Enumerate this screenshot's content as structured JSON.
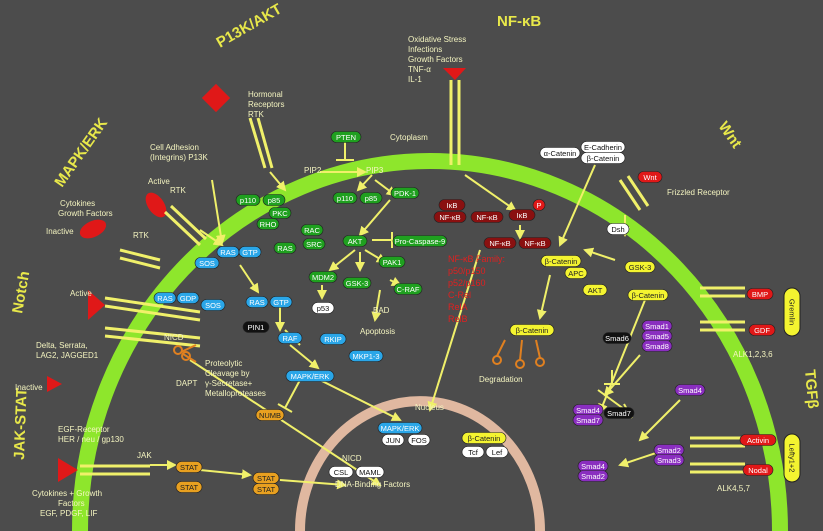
{
  "pathways": {
    "p13k_akt": "P13K/AKT",
    "nf_kb": "NF-κB",
    "wnt": "Wnt",
    "mapk_erk": "MAPK/ERK",
    "notch": "Notch",
    "jak_stat": "JAK-STAT",
    "tgfb": "TGFβ"
  },
  "labels": {
    "hormonal_1": "Hormonal",
    "hormonal_2": "Receptors",
    "hormonal_3": "RTK",
    "oxid_1": "Oxidative Stress",
    "oxid_2": "Infections",
    "oxid_3": "Growth Factors",
    "oxid_4": "TNF-α",
    "oxid_5": "IL-1",
    "cytoplasm": "Cytoplasm",
    "cell_adh_1": "Cell Adhesion",
    "cell_adh_2": "(Integrins)  P13K",
    "cytokines_1": "Cytokines",
    "cytokines_2": "Growth Factors",
    "active_rtk": "Active",
    "rtk_top": "RTK",
    "inactive_rtk": "Inactive",
    "rtk_mid": "RTK",
    "active_notch": "Active",
    "delta_1": "Delta, Serrata,",
    "delta_2": "LAG2, JAGGED1",
    "inactive_notch": "Inactive",
    "nicd_1": "NICD",
    "proteolytic_1": "Proteolytic",
    "proteolytic_2": "Cleavage by",
    "proteolytic_3": "γ-Secretase+",
    "dapt": "DAPT",
    "metallo": "Metalloproteases",
    "egf_1": "EGF-Receptor",
    "egf_2": "HER / neu / gp130",
    "jak": "JAK",
    "cyto_gf_1": "Cytokines + Growth",
    "cyto_gf_2": "Factors",
    "cyto_gf_3": "EGF, PDGF, LIF",
    "pip2": "PIP2",
    "pip3": "PIP3",
    "apoptosis": "Apoptosis",
    "bad": "BAD",
    "nfkb_family_1": "NF-κB Family:",
    "nfkb_family_2": "p50/p150",
    "nfkb_family_3": "p52/p160",
    "nfkb_family_4": "C-Rel",
    "nfkb_family_5": "RelA",
    "nfkb_family_6": "RelB",
    "frizzled": "Frizzled Receptor",
    "degradation": "Degradation",
    "nucleus": "Nucleus",
    "nicd_2": "NICD",
    "dna_binding": "DNA-Binding Factors",
    "alk1": "ALK1,2,3,6",
    "alk4": "ALK4,5,7"
  },
  "nodes": {
    "pten": "PTEN",
    "p110_a": "p110",
    "p85_a": "p85",
    "p110_b": "p110",
    "p85_b": "p85",
    "pkc": "PKC",
    "rho": "RHO",
    "rac": "RAC",
    "ras_a": "RAS",
    "src": "SRC",
    "pdk1": "PDK-1",
    "akt": "AKT",
    "pro_casp": "Pro-Caspase-9",
    "mdm2": "MDM2",
    "gsk3_a": "GSK-3",
    "pak1": "PAK1",
    "craf": "C-RAF",
    "p53": "p53",
    "ras_b": "RAS",
    "gtp_a": "GTP",
    "sos_a": "SOS",
    "ras_c": "RAS",
    "gdp": "GDP",
    "sos_b": "SOS",
    "ras_d": "RAS",
    "gtp_b": "GTP",
    "pin1": "PIN1",
    "raf": "RAF",
    "rkip": "RKIP",
    "mkp13": "MKP1-3",
    "mapk_erk": "MAPK/ERK",
    "numb": "NUMB",
    "ikb_a": "IκB",
    "nfkb_1": "NF-κB",
    "nfkb_2": "NF-κB",
    "ikb_b": "IκB",
    "p_mark": "P",
    "nfkb_3": "NF-κB",
    "nfkb_4": "NF-κB",
    "a_catenin": "α-Catenin",
    "e_cadherin": "E-Cadherin",
    "b_catenin_top": "β-Catenin",
    "wnt": "Wnt",
    "dsh": "Dsh",
    "b_catenin_apc": "β-Catenin",
    "apc": "APC",
    "gsk3_b": "GSK-3",
    "akt_wnt": "AKT",
    "b_catenin_gsk": "β-Catenin",
    "b_catenin_deg": "β-Catenin",
    "smad1": "Smad1",
    "smad5": "Smad5",
    "smad8": "Smad8",
    "smad6": "Smad6",
    "smad4_a": "Smad4",
    "smad4_b": "Smad4",
    "smad7_a": "Smad7",
    "smad7_b": "Smad7",
    "smad2_a": "Smad2",
    "smad3": "Smad3",
    "smad4_c": "Smad4",
    "smad2_b": "Smad2",
    "bmp": "BMP",
    "gdf": "GDF",
    "gremlin": "Gremlin",
    "activin": "Activin",
    "nodal": "Nodal",
    "lefty": "Lefty1+2",
    "mapk_nuc": "MAPK/ERK",
    "jun": "JUN",
    "fos": "FOS",
    "b_catenin_nuc": "β-Catenin",
    "tcf": "Tcf",
    "lef": "Lef",
    "csl": "CSL",
    "maml": "MAML",
    "stat_a": "STAT",
    "stat_b": "STAT",
    "stat_c": "STAT",
    "stat_d": "STAT"
  },
  "colors": {
    "background": "#4c4c4c",
    "membrane": "#8ee62c",
    "nucleus": "#e0b8a0",
    "text_yellow": "#f0f06a",
    "green_node": "#1fa01f",
    "blue_node": "#2aa6e8",
    "red_node": "#8a1010",
    "yellow_node": "#f4f430",
    "purple_node": "#8a2ec0",
    "receptor_red": "#e01818"
  }
}
